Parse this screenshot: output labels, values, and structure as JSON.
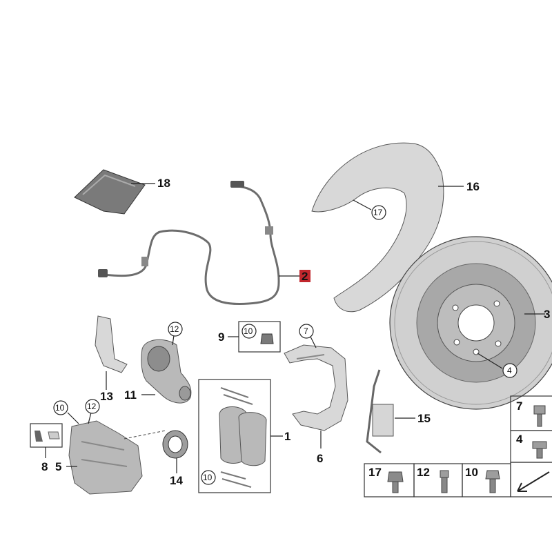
{
  "parts": {
    "p1": "1",
    "p2": "2",
    "p3": "3",
    "p4": "4",
    "p5": "5",
    "p6": "6",
    "p7": "7",
    "p8": "8",
    "p9": "9",
    "p10": "10",
    "p11": "11",
    "p12": "12",
    "p13": "13",
    "p14": "14",
    "p15": "15",
    "p16": "16",
    "p17": "17",
    "p18": "18"
  },
  "fastener_table": {
    "row_top": [
      "7",
      "4"
    ],
    "row_bottom": [
      "17",
      "12",
      "10"
    ]
  },
  "colors": {
    "highlight": "#c1272d",
    "part": "#b9b9b9",
    "line": "#222222"
  }
}
